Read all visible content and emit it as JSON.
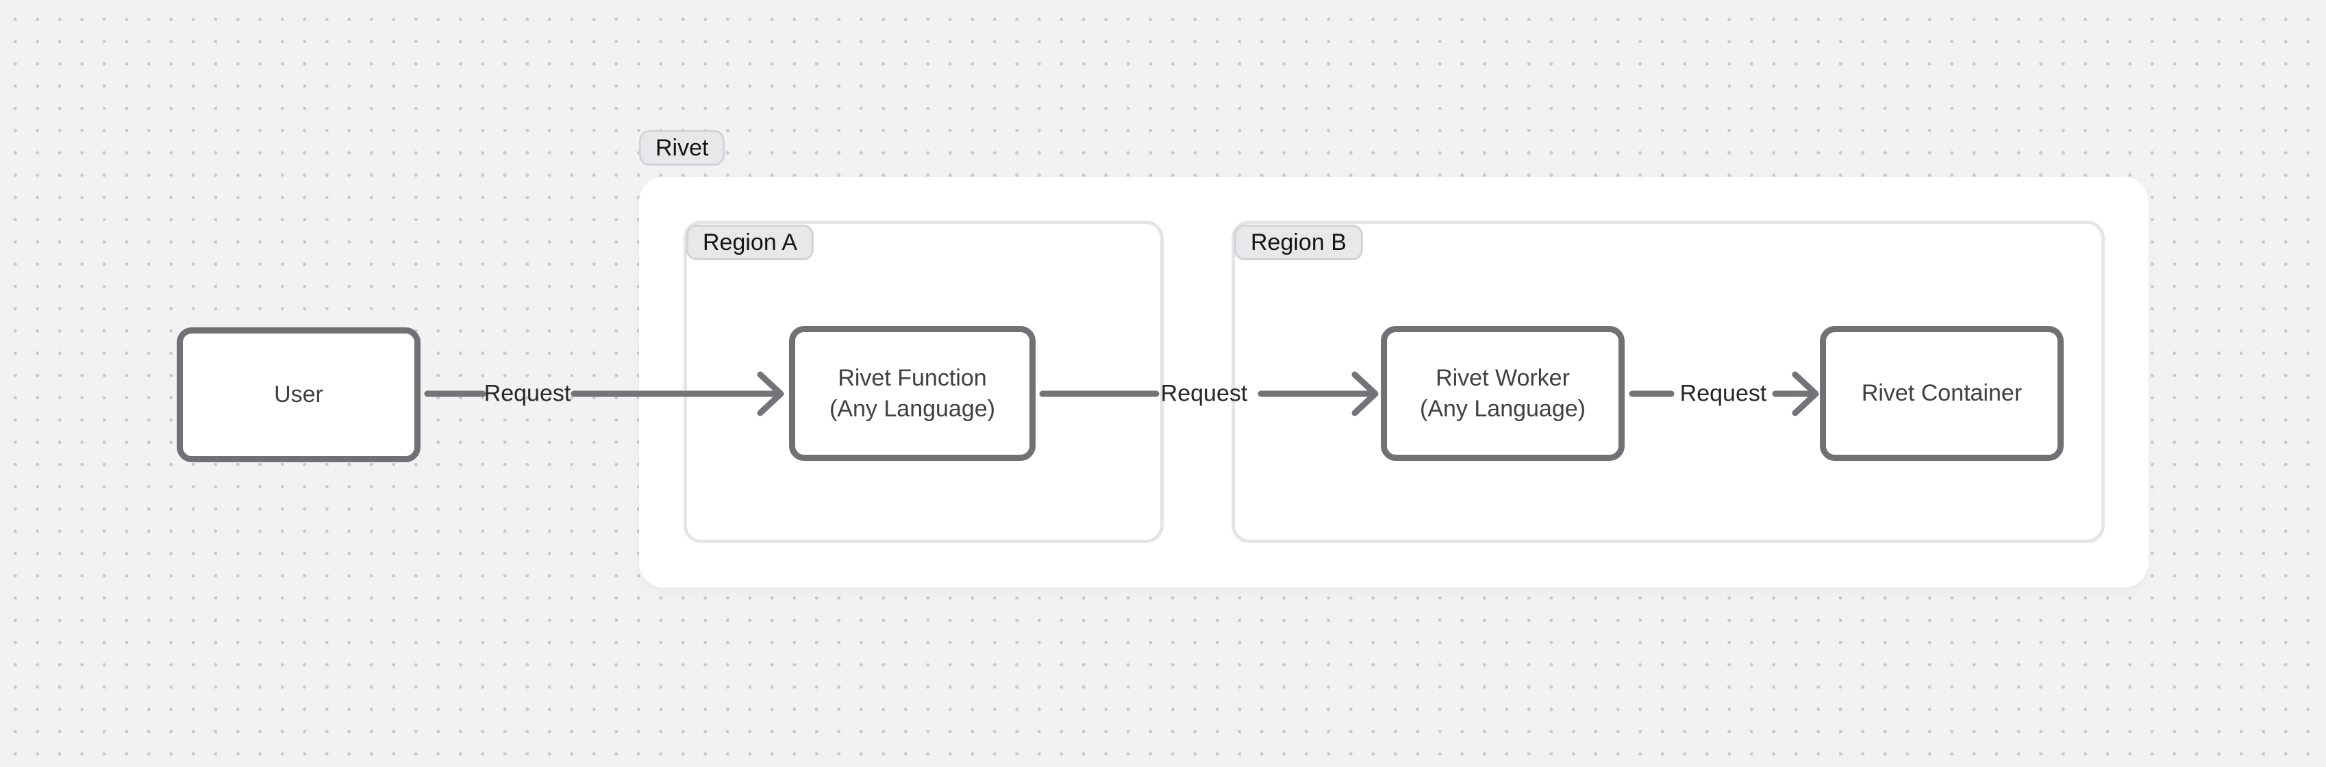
{
  "diagram": {
    "group": {
      "label": "Rivet"
    },
    "regions": [
      {
        "label": "Region A"
      },
      {
        "label": "Region B"
      }
    ],
    "nodes": {
      "user": {
        "label": "User"
      },
      "function": {
        "line1": "Rivet Function",
        "line2": "(Any Language)"
      },
      "worker": {
        "line1": "Rivet Worker",
        "line2": "(Any Language)"
      },
      "container": {
        "label": "Rivet Container"
      }
    },
    "edges": [
      {
        "label": "Request"
      },
      {
        "label": "Request"
      },
      {
        "label": "Request"
      }
    ],
    "colors": {
      "canvas_bg": "#f2f2f3",
      "dot_grid": "#c9c9cd",
      "group_fill": "#ffffff",
      "region_border": "#e5e5e8",
      "badge_bg": "#e8e8ea",
      "badge_border": "#d4d4d8",
      "node_border": "#717175",
      "node_text": "#3f3f44",
      "edge_stroke": "#737378",
      "edge_label_text": "#27272a"
    }
  }
}
